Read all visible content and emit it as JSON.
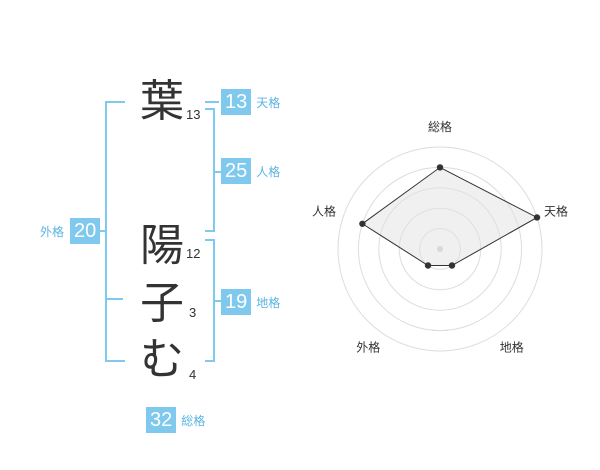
{
  "name_chars": [
    {
      "char": "葉",
      "strokes": "13"
    },
    {
      "char": "陽",
      "strokes": "12"
    },
    {
      "char": "子",
      "strokes": "3"
    },
    {
      "char": "む",
      "strokes": "4"
    }
  ],
  "kakusu": {
    "tenkaku": {
      "value": "13",
      "label": "天格"
    },
    "jinkaku": {
      "value": "25",
      "label": "人格"
    },
    "chikaku": {
      "value": "19",
      "label": "地格"
    },
    "gaikaku": {
      "value": "20",
      "label": "外格"
    },
    "soukaku": {
      "value": "32",
      "label": "総格"
    }
  },
  "colors": {
    "accent": "#7fc9ee",
    "label": "#5ab4e3",
    "radar_fill": "#eeeeee",
    "ring": "#dddddd"
  },
  "chart_data": {
    "type": "radar",
    "axes": [
      "総格",
      "天格",
      "地格",
      "外格",
      "人格"
    ],
    "max": 5,
    "values": [
      4,
      5,
      1,
      1,
      4
    ]
  }
}
